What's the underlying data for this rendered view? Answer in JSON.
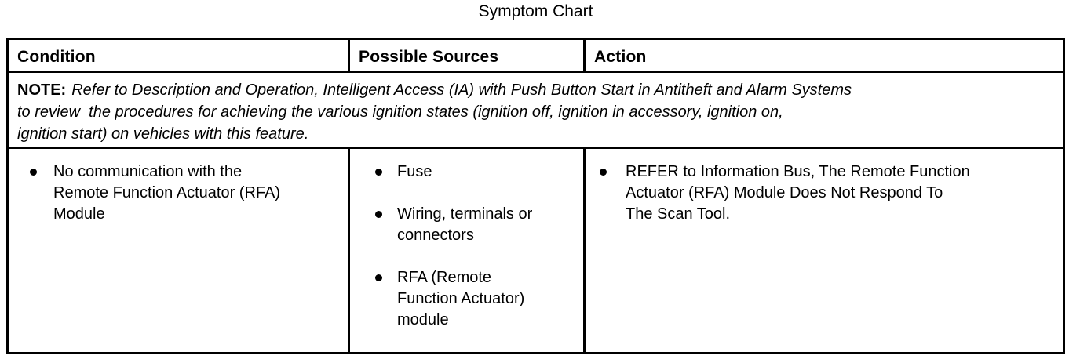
{
  "title": "Symptom Chart",
  "colors": {
    "text": "#000000",
    "background": "#ffffff",
    "border": "#000000"
  },
  "table": {
    "headers": [
      "Condition",
      "Possible Sources",
      "Action"
    ],
    "note": {
      "label": "NOTE:",
      "text": "Refer to Description and Operation, Intelligent Access (IA) with Push Button Start in Antitheft and Alarm Systems\nto review  the procedures for achieving the various ignition states (ignition off, ignition in accessory, ignition on,\nignition start) on vehicles with this feature."
    },
    "row": {
      "condition_items": [
        "No communication with the\nRemote Function Actuator (RFA)\nModule"
      ],
      "source_items": [
        "Fuse",
        "Wiring, terminals or\nconnectors",
        "RFA (Remote\nFunction Actuator)\nmodule"
      ],
      "action_items": [
        "REFER to Information Bus, The Remote Function\nActuator (RFA) Module Does Not Respond To\nThe Scan Tool."
      ]
    }
  }
}
